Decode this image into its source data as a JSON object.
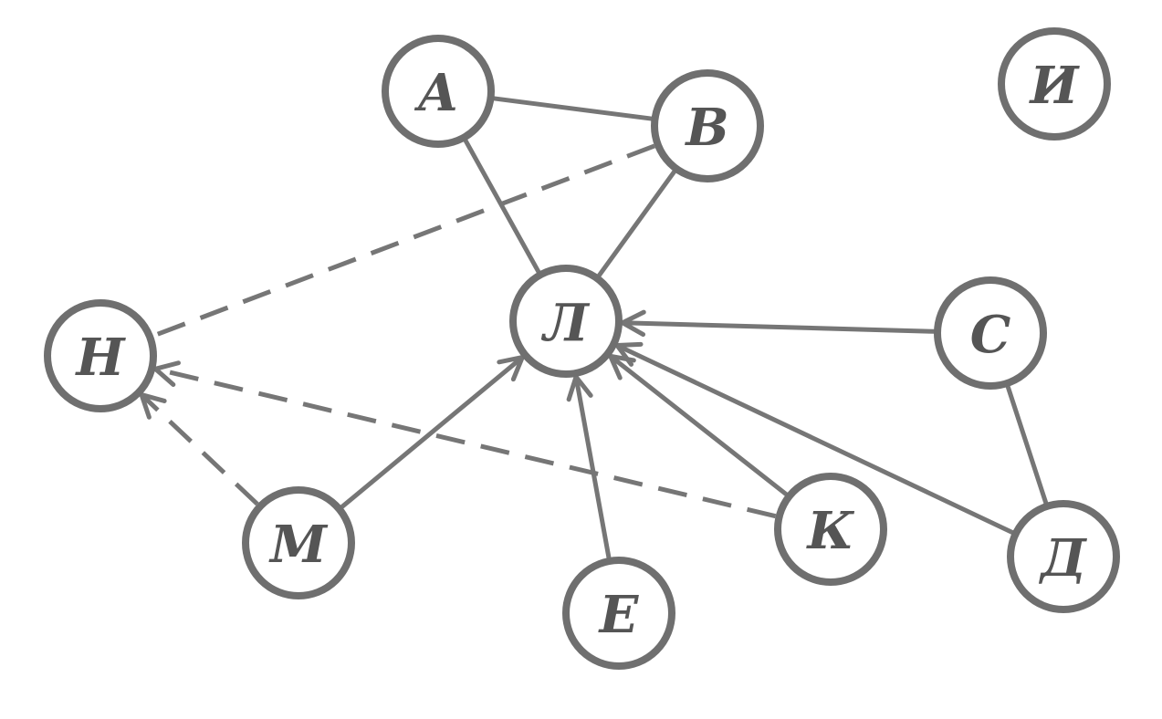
{
  "nodes": [
    {
      "id": "A",
      "label": "А"
    },
    {
      "id": "B",
      "label": "В"
    },
    {
      "id": "I",
      "label": "И"
    },
    {
      "id": "L",
      "label": "Л"
    },
    {
      "id": "S",
      "label": "С"
    },
    {
      "id": "N",
      "label": "Н"
    },
    {
      "id": "M",
      "label": "М"
    },
    {
      "id": "K",
      "label": "К"
    },
    {
      "id": "D",
      "label": "Д"
    },
    {
      "id": "E",
      "label": "Е"
    }
  ],
  "edges": [
    {
      "from": "A",
      "to": "B",
      "style": "solid",
      "directed": false
    },
    {
      "from": "A",
      "to": "L",
      "style": "solid",
      "directed": false
    },
    {
      "from": "B",
      "to": "L",
      "style": "solid",
      "directed": false
    },
    {
      "from": "S",
      "to": "L",
      "style": "solid",
      "directed": true
    },
    {
      "from": "S",
      "to": "D",
      "style": "solid",
      "directed": false
    },
    {
      "from": "K",
      "to": "L",
      "style": "solid",
      "directed": true
    },
    {
      "from": "D",
      "to": "L",
      "style": "solid",
      "directed": true
    },
    {
      "from": "E",
      "to": "L",
      "style": "solid",
      "directed": true
    },
    {
      "from": "M",
      "to": "L",
      "style": "solid",
      "directed": true
    },
    {
      "from": "B",
      "to": "N",
      "style": "dashed",
      "directed": false
    },
    {
      "from": "K",
      "to": "N",
      "style": "dashed",
      "directed": true
    },
    {
      "from": "M",
      "to": "N",
      "style": "dashed",
      "directed": true
    }
  ]
}
